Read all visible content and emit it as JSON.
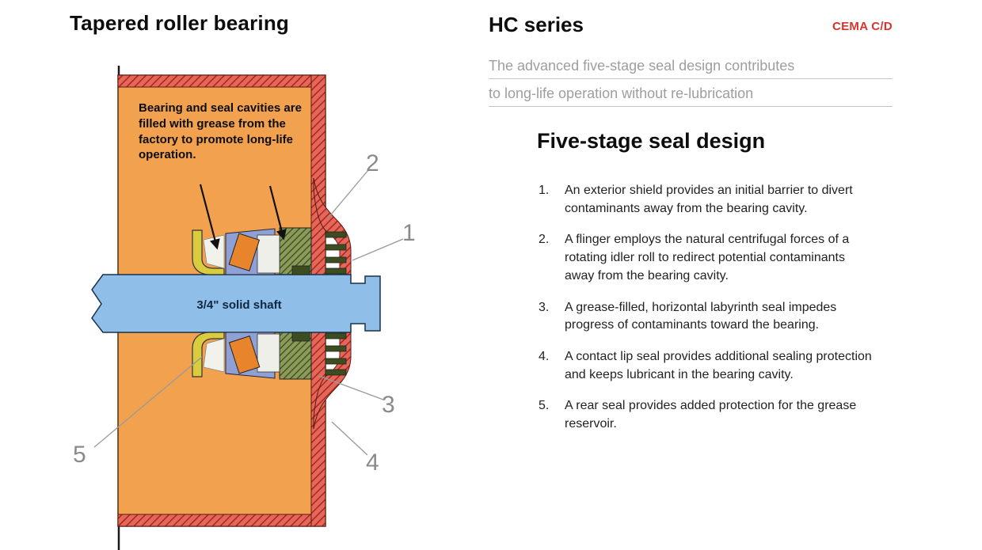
{
  "left": {
    "title": "Tapered roller bearing",
    "diagram": {
      "annotation": "Bearing and seal cavities are filled with grease from the factory to promote long-life operation.",
      "shaft_label": "3/4\" solid shaft",
      "callouts": {
        "c1": "1",
        "c2": "2",
        "c3": "3",
        "c4": "4",
        "c5": "5"
      }
    }
  },
  "right": {
    "title": "HC series",
    "badge": "CEMA C/D",
    "subtitle_line1": "The advanced five-stage seal design contributes",
    "subtitle_line2": "to long-life operation without re-lubrication",
    "section_title": "Five-stage seal design",
    "items": [
      {
        "num": "1.",
        "text": "An exterior shield provides an initial barrier to divert contaminants away from the bearing cavity."
      },
      {
        "num": "2.",
        "text": "A flinger employs the natural centrifugal forces of a rotating idler roll to redirect potential contaminants away from the bearing cavity."
      },
      {
        "num": "3.",
        "text": "A grease-filled, horizontal labyrinth seal impedes progress of contaminants toward the bearing."
      },
      {
        "num": "4.",
        "text": "A contact lip seal provides additional sealing protection and keeps lubricant in the bearing cavity."
      },
      {
        "num": "5.",
        "text": "A rear seal provides added protection for the grease reservoir."
      }
    ]
  },
  "colors": {
    "badge_red": "#d8342c",
    "shell_orange": "#f2a24f",
    "shaft_blue": "#8fbfe8",
    "hatch_red": "#b02318",
    "seal_green": "#3c4d20",
    "flinger_yellow": "#d9cc3f",
    "callout_gray": "#8a8a8a"
  }
}
